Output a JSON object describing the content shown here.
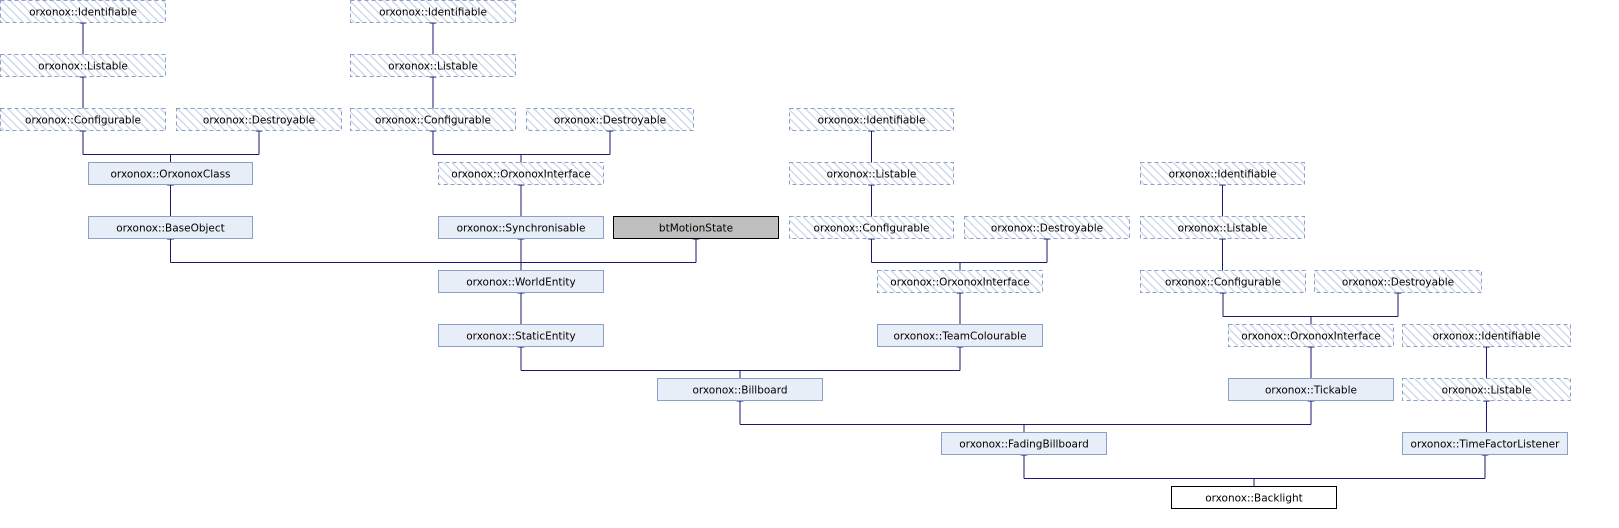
{
  "diagram": {
    "colors": {
      "edge": "#191970",
      "box_fill": "#e8eef7",
      "box_border": "#8ba0c8",
      "hatch": "#c6d3e6",
      "grey_fill": "#bfbfbf",
      "focus_border": "#000000"
    },
    "nodes": [
      {
        "id": "n0",
        "label": "orxonox::Identifiable",
        "style": "hatched"
      },
      {
        "id": "n1",
        "label": "orxonox::Listable",
        "style": "hatched"
      },
      {
        "id": "n2",
        "label": "orxonox::Configurable",
        "style": "hatched"
      },
      {
        "id": "n3",
        "label": "orxonox::Destroyable",
        "style": "hatched"
      },
      {
        "id": "n4",
        "label": "orxonox::OrxonoxClass",
        "style": "solid"
      },
      {
        "id": "n5",
        "label": "orxonox::BaseObject",
        "style": "solid"
      },
      {
        "id": "n6",
        "label": "orxonox::Identifiable",
        "style": "hatched"
      },
      {
        "id": "n7",
        "label": "orxonox::Listable",
        "style": "hatched"
      },
      {
        "id": "n8",
        "label": "orxonox::Configurable",
        "style": "hatched"
      },
      {
        "id": "n9",
        "label": "orxonox::Destroyable",
        "style": "hatched"
      },
      {
        "id": "n10",
        "label": "orxonox::OrxonoxInterface",
        "style": "hatched"
      },
      {
        "id": "n11",
        "label": "orxonox::Synchronisable",
        "style": "solid"
      },
      {
        "id": "n12",
        "label": "btMotionState",
        "style": "grey"
      },
      {
        "id": "n13",
        "label": "orxonox::WorldEntity",
        "style": "solid"
      },
      {
        "id": "n14",
        "label": "orxonox::StaticEntity",
        "style": "solid"
      },
      {
        "id": "n15",
        "label": "orxonox::Identifiable",
        "style": "hatched"
      },
      {
        "id": "n16",
        "label": "orxonox::Listable",
        "style": "hatched"
      },
      {
        "id": "n17",
        "label": "orxonox::Configurable",
        "style": "hatched"
      },
      {
        "id": "n18",
        "label": "orxonox::Destroyable",
        "style": "hatched"
      },
      {
        "id": "n19",
        "label": "orxonox::OrxonoxInterface",
        "style": "hatched"
      },
      {
        "id": "n20",
        "label": "orxonox::TeamColourable",
        "style": "solid"
      },
      {
        "id": "n21",
        "label": "orxonox::Billboard",
        "style": "solid"
      },
      {
        "id": "n22",
        "label": "orxonox::Identifiable",
        "style": "hatched"
      },
      {
        "id": "n23",
        "label": "orxonox::Listable",
        "style": "hatched"
      },
      {
        "id": "n24",
        "label": "orxonox::Configurable",
        "style": "hatched"
      },
      {
        "id": "n25",
        "label": "orxonox::Destroyable",
        "style": "hatched"
      },
      {
        "id": "n26",
        "label": "orxonox::OrxonoxInterface",
        "style": "hatched"
      },
      {
        "id": "n27",
        "label": "orxonox::Tickable",
        "style": "solid"
      },
      {
        "id": "n28",
        "label": "orxonox::Identifiable",
        "style": "hatched"
      },
      {
        "id": "n29",
        "label": "orxonox::Listable",
        "style": "hatched"
      },
      {
        "id": "n30",
        "label": "orxonox::FadingBillboard",
        "style": "solid"
      },
      {
        "id": "n31",
        "label": "orxonox::TimeFactorListener",
        "style": "solid"
      },
      {
        "id": "n32",
        "label": "orxonox::Backlight",
        "style": "focus"
      }
    ],
    "edges": [
      {
        "child": "n1",
        "parents": [
          "n0"
        ]
      },
      {
        "child": "n2",
        "parents": [
          "n1"
        ]
      },
      {
        "child": "n4",
        "parents": [
          "n2",
          "n3"
        ]
      },
      {
        "child": "n5",
        "parents": [
          "n4"
        ]
      },
      {
        "child": "n7",
        "parents": [
          "n6"
        ]
      },
      {
        "child": "n8",
        "parents": [
          "n7"
        ]
      },
      {
        "child": "n10",
        "parents": [
          "n8",
          "n9"
        ]
      },
      {
        "child": "n11",
        "parents": [
          "n10"
        ]
      },
      {
        "child": "n13",
        "parents": [
          "n5",
          "n11",
          "n12"
        ]
      },
      {
        "child": "n14",
        "parents": [
          "n13"
        ]
      },
      {
        "child": "n16",
        "parents": [
          "n15"
        ]
      },
      {
        "child": "n17",
        "parents": [
          "n16"
        ]
      },
      {
        "child": "n19",
        "parents": [
          "n17",
          "n18"
        ]
      },
      {
        "child": "n20",
        "parents": [
          "n19"
        ]
      },
      {
        "child": "n21",
        "parents": [
          "n14",
          "n20"
        ]
      },
      {
        "child": "n23",
        "parents": [
          "n22"
        ]
      },
      {
        "child": "n24",
        "parents": [
          "n23"
        ]
      },
      {
        "child": "n26",
        "parents": [
          "n24",
          "n25"
        ]
      },
      {
        "child": "n27",
        "parents": [
          "n26"
        ]
      },
      {
        "child": "n29",
        "parents": [
          "n28"
        ]
      },
      {
        "child": "n30",
        "parents": [
          "n21",
          "n27"
        ]
      },
      {
        "child": "n31",
        "parents": [
          "n29"
        ]
      },
      {
        "child": "n32",
        "parents": [
          "n30",
          "n31"
        ]
      }
    ]
  }
}
